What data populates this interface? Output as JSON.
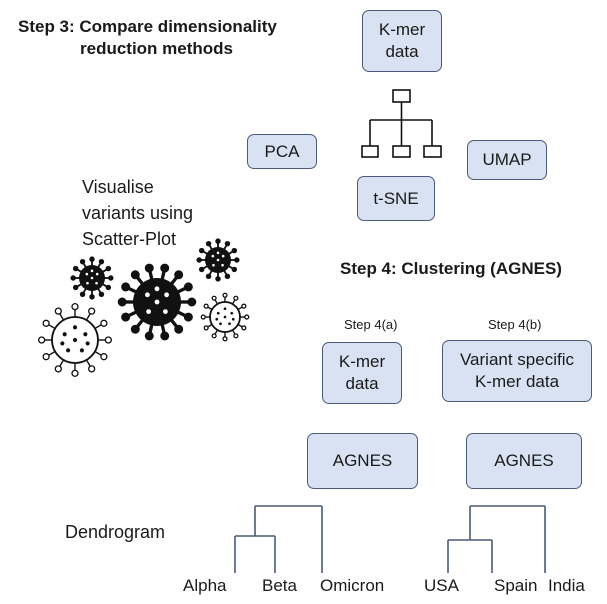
{
  "step3": {
    "title_line1": "Step 3: Compare dimensionality",
    "title_line2": "reduction methods",
    "kmer_box_line1": "K-mer",
    "kmer_box_line2": "data",
    "pca": "PCA",
    "tsne": "t-SNE",
    "umap": "UMAP"
  },
  "visualise": {
    "line1": "Visualise",
    "line2": "variants using",
    "line3": "Scatter-Plot"
  },
  "step4": {
    "title": "Step 4: Clustering (AGNES)",
    "a": {
      "label": "Step 4(a)",
      "box_line1": "K-mer",
      "box_line2": "data",
      "agnes": "AGNES"
    },
    "b": {
      "label": "Step 4(b)",
      "box_line1": "Variant specific",
      "box_line2": "K-mer data",
      "agnes": "AGNES"
    }
  },
  "dendrogram": {
    "label": "Dendrogram",
    "left_leaves": [
      "Alpha",
      "Beta",
      "Omicron"
    ],
    "right_leaves": [
      "USA",
      "Spain",
      "India"
    ]
  },
  "colors": {
    "box_fill": "#d9e2f3",
    "box_border": "#4a5a78",
    "line": "#4a5a78",
    "icon": "#111111"
  },
  "icons": [
    "hierarchy-icon",
    "virus-icon"
  ]
}
